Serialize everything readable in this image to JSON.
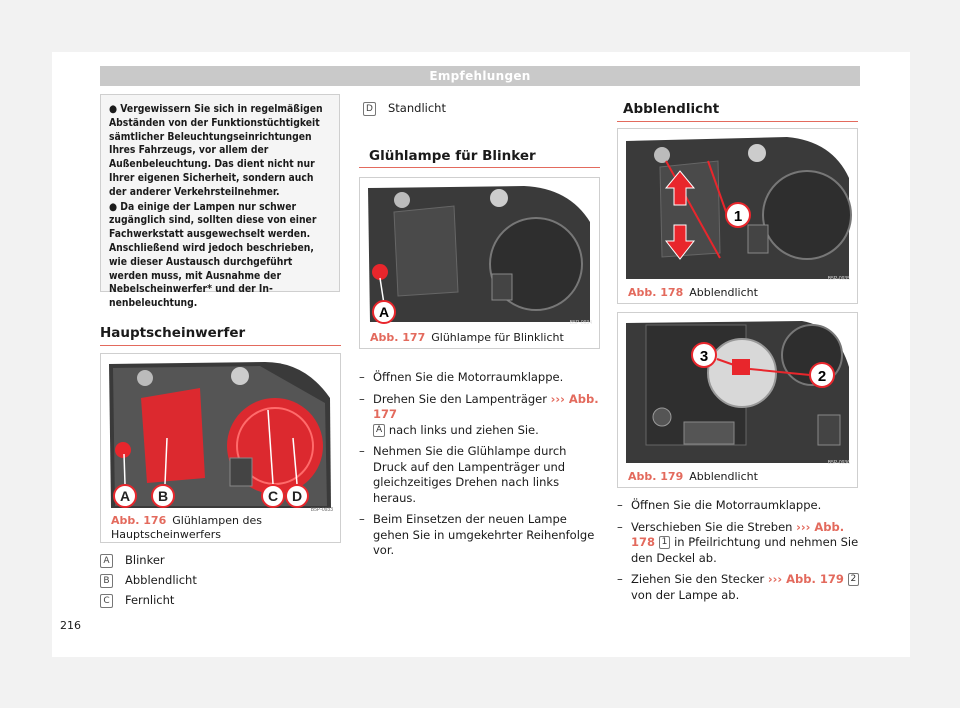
{
  "header": "Empfehlungen",
  "page_number": "216",
  "note": {
    "items": [
      "● Vergewissern Sie sich in regelmäßigen Ab­ständen von der Funktionstüchtigkeit sämtli­cher Beleuchtungseinrichtungen Ihres Fahr­zeugs, vor allem der Außenbeleuchtung. Das dient nicht nur Ihrer eigenen Sicherheit, son­dern auch der anderer Verkehrsteilnehmer.",
      "● Da einige der Lampen nur schwer zugäng­lich sind, sollten diese von einer Fachwerk­statt ausgewechselt werden. Anschließend wird jedoch beschrieben, wie dieser Aus­tausch durchgeführt werden muss, mit Aus­nahme der Nebelscheinwerfer* und der In­nenbeleuchtung."
    ]
  },
  "hauptscheinwerfer": {
    "title": "Hauptscheinwerfer",
    "fig_num": "Abb. 176",
    "fig_caption": "Glühlampen des Hauptscheinwer­fers",
    "fig_code": "B5P-0933",
    "legend": [
      {
        "key": "A",
        "label": "Blinker"
      },
      {
        "key": "B",
        "label": "Abblendlicht"
      },
      {
        "key": "C",
        "label": "Fernlicht"
      }
    ]
  },
  "standlicht": {
    "key": "D",
    "label": "Standlicht"
  },
  "blinker": {
    "title": "Glühlampe für Blinker",
    "fig_num": "Abb. 177",
    "fig_caption": "Glühlampe für Blinklicht",
    "fig_code": "B5P-0934",
    "callout": "A",
    "steps": [
      "Öffnen Sie die Motorraumklappe.",
      "Drehen Sie den Lampenträger",
      "Nehmen Sie die Glühlampe durch Druck auf den Lampenträger und gleichzeitiges Drehen nach links heraus.",
      "Beim Einsetzen der neuen Lampe gehen Sie in umgekehrter Reihenfolge vor."
    ],
    "step2_ref": "››› Abb. 177",
    "step2_key": "A",
    "step2_rest": "nach links und ziehen Sie."
  },
  "abblendlicht": {
    "title": "Abblendlicht",
    "fig1_num": "Abb. 178",
    "fig1_caption": "Abblendlicht",
    "fig1_code": "B5P-0935",
    "fig1_callout": "1",
    "fig2_num": "Abb. 179",
    "fig2_caption": "Abblendlicht",
    "fig2_code": "B5P-0936",
    "fig2_callouts": [
      "3",
      "2"
    ],
    "step1": "Öffnen Sie die Motorraumklappe.",
    "step2_a": "Verschieben Sie die Streben",
    "step2_ref": "››› Abb. 178",
    "step2_key": "1",
    "step2_b": "in Pfeilrichtung und nehmen Sie den Deckel ab.",
    "step3_a": "Ziehen Sie den Stecker",
    "step3_ref": "››› Abb. 179",
    "step3_key": "2",
    "step3_b": "von der Lampe ab."
  },
  "colors": {
    "accent": "#e36a5d",
    "header": "#c9c9c9",
    "highlight_red": "#e8262c"
  }
}
